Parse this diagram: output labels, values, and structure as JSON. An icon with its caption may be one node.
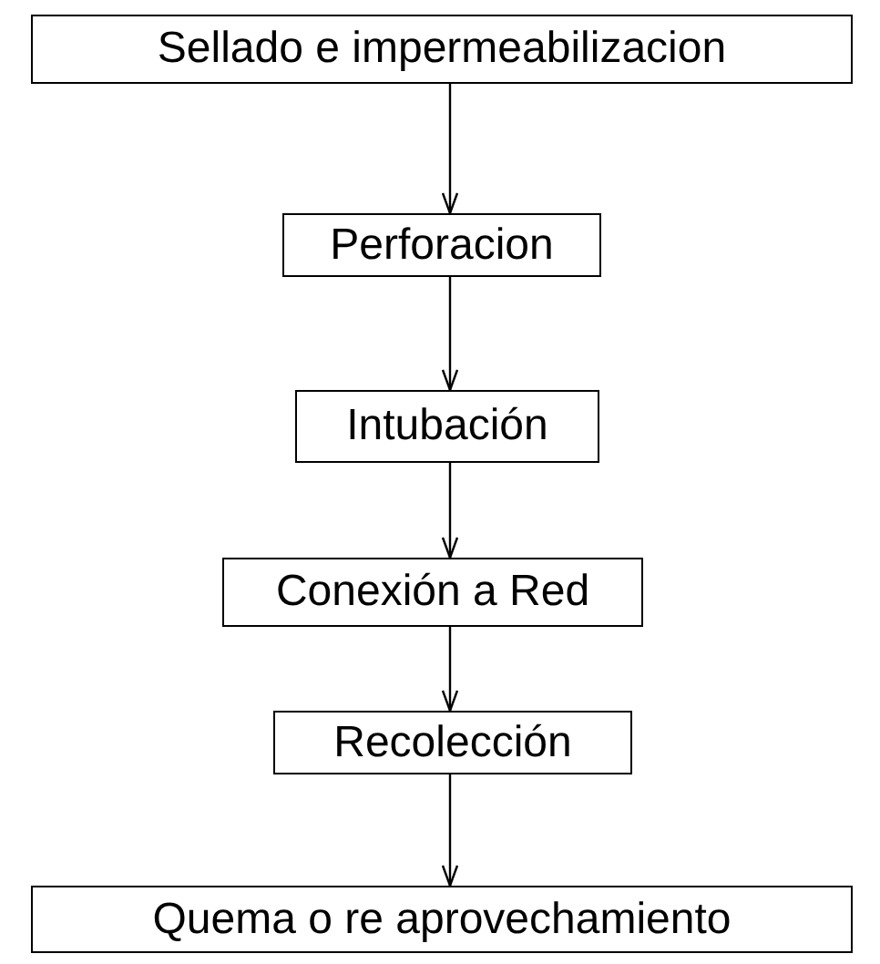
{
  "diagram": {
    "nodes": [
      {
        "text": [
          "Sellado e impermeabilizacion"
        ]
      },
      {
        "text": [
          "Perforacion"
        ]
      },
      {
        "text": [
          "Intubación"
        ]
      },
      {
        "text": [
          "Conexión a Red"
        ]
      },
      {
        "text": [
          "Recolección"
        ]
      },
      {
        "text": [
          "Quema o re aprovechamiento"
        ]
      }
    ],
    "edges": [
      {
        "from": 0,
        "to": 1,
        "arrow": "to"
      },
      {
        "from": 1,
        "to": 2,
        "arrow": "to"
      },
      {
        "from": 2,
        "to": 3,
        "arrow": "to"
      },
      {
        "from": 3,
        "to": 4,
        "arrow": "to"
      },
      {
        "from": 4,
        "to": 5,
        "arrow": "to"
      }
    ]
  }
}
